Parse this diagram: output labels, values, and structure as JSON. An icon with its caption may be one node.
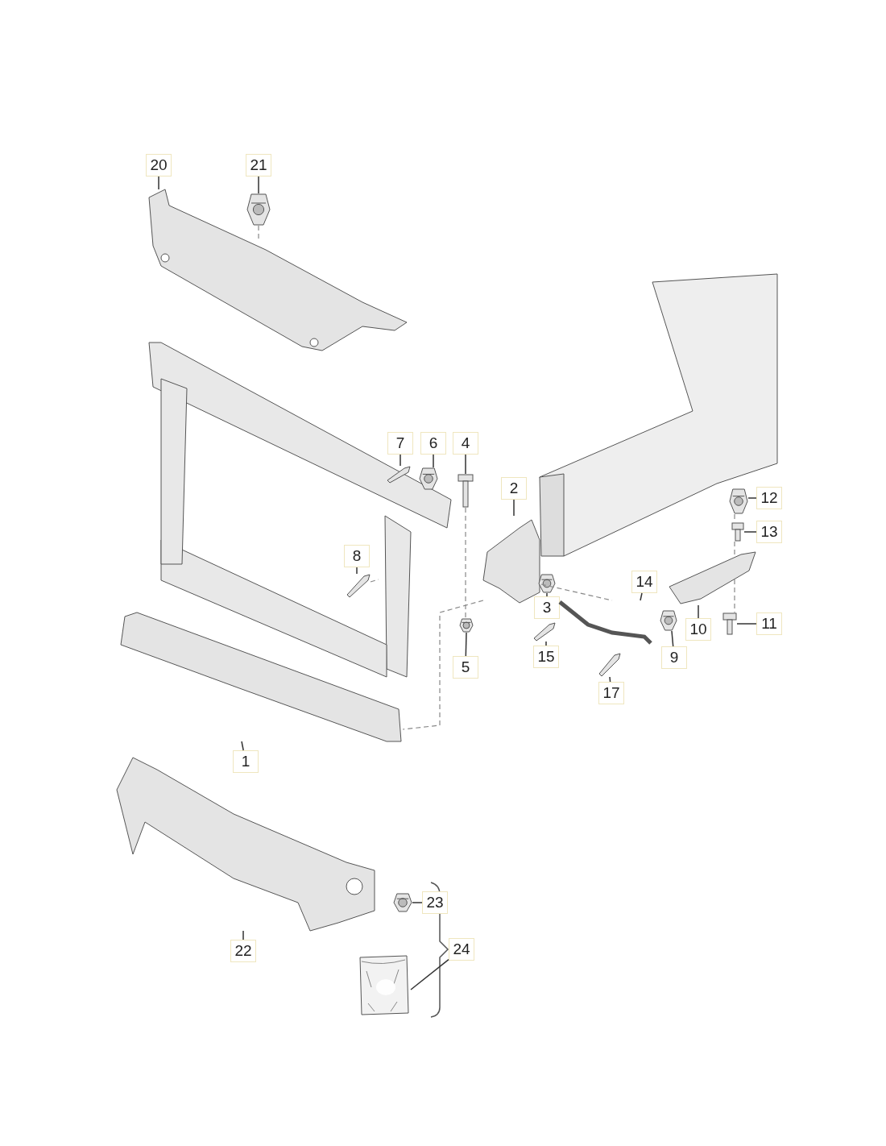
{
  "diagram": {
    "nodes": [
      {
        "text": [
          "20"
        ]
      },
      {
        "text": [],
        "shape": "picture"
      },
      {
        "text": [
          "21"
        ]
      },
      {
        "text": [],
        "shape": "picture"
      },
      {
        "text": [
          "7"
        ]
      },
      {
        "text": [],
        "shape": "picture"
      },
      {
        "text": [
          "6"
        ]
      },
      {
        "text": [],
        "shape": "picture"
      },
      {
        "text": [
          "4"
        ]
      },
      {
        "text": [],
        "shape": "picture"
      },
      {
        "text": [
          "2"
        ]
      },
      {
        "text": [],
        "shape": "picture"
      },
      {
        "text": [
          "12"
        ]
      },
      {
        "text": [],
        "shape": "picture"
      },
      {
        "text": [
          "13"
        ]
      },
      {
        "text": [],
        "shape": "picture"
      },
      {
        "text": [
          "8"
        ]
      },
      {
        "text": [],
        "shape": "picture"
      },
      {
        "text": [
          "3"
        ]
      },
      {
        "text": [],
        "shape": "picture"
      },
      {
        "text": [
          "11"
        ]
      },
      {
        "text": [],
        "shape": "picture"
      },
      {
        "text": [
          "10"
        ]
      },
      {
        "text": [],
        "shape": "picture"
      },
      {
        "text": [
          "14"
        ]
      },
      {
        "text": [],
        "shape": "picture"
      },
      {
        "text": [
          "15"
        ]
      },
      {
        "text": [],
        "shape": "picture"
      },
      {
        "text": [
          "9"
        ]
      },
      {
        "text": [],
        "shape": "picture"
      },
      {
        "text": [
          "5"
        ]
      },
      {
        "text": [],
        "shape": "picture"
      },
      {
        "text": [
          "17"
        ]
      },
      {
        "text": [],
        "shape": "picture"
      },
      {
        "text": [
          "1"
        ]
      },
      {
        "text": [],
        "shape": "picture"
      },
      {
        "text": [
          "22"
        ]
      },
      {
        "text": [],
        "shape": "picture"
      },
      {
        "text": [
          "23"
        ]
      },
      {
        "text": [],
        "shape": "picture"
      },
      {
        "text": [
          "24"
        ]
      },
      {
        "text": [],
        "shape": "picture"
      }
    ],
    "edges": [
      {
        "from": 0,
        "to": 1,
        "arrow": "none"
      },
      {
        "from": 2,
        "to": 3,
        "arrow": "none"
      },
      {
        "from": 4,
        "to": 5,
        "arrow": "none"
      },
      {
        "from": 6,
        "to": 7,
        "arrow": "none"
      },
      {
        "from": 8,
        "to": 9,
        "arrow": "none"
      },
      {
        "from": 10,
        "to": 11,
        "arrow": "none"
      },
      {
        "from": 12,
        "to": 13,
        "arrow": "none"
      },
      {
        "from": 14,
        "to": 15,
        "arrow": "none"
      },
      {
        "from": 16,
        "to": 17,
        "arrow": "none"
      },
      {
        "from": 18,
        "to": 19,
        "arrow": "none"
      },
      {
        "from": 20,
        "to": 21,
        "arrow": "none"
      },
      {
        "from": 22,
        "to": 23,
        "arrow": "none"
      },
      {
        "from": 24,
        "to": 25,
        "arrow": "none"
      },
      {
        "from": 26,
        "to": 27,
        "arrow": "none"
      },
      {
        "from": 28,
        "to": 29,
        "arrow": "none"
      },
      {
        "from": 30,
        "to": 31,
        "arrow": "none"
      },
      {
        "from": 32,
        "to": 33,
        "arrow": "none"
      },
      {
        "from": 34,
        "to": 35,
        "arrow": "none"
      },
      {
        "from": 36,
        "to": 37,
        "arrow": "none"
      },
      {
        "from": 38,
        "to": 39,
        "arrow": "none"
      },
      {
        "from": 40,
        "to": 41,
        "arrow": "none"
      },
      {
        "from": 3,
        "to": 1,
        "arrow": "none",
        "style": "dashed"
      },
      {
        "from": 9,
        "to": 31,
        "arrow": "none",
        "style": "dashed"
      },
      {
        "from": 13,
        "to": 15,
        "arrow": "none",
        "style": "dashed"
      },
      {
        "from": 15,
        "to": 23,
        "arrow": "none",
        "style": "dashed"
      },
      {
        "from": 11,
        "to": 25,
        "arrow": "none",
        "style": "dashed"
      },
      {
        "from": 17,
        "to": null,
        "arrow": "none",
        "style": "dashed"
      },
      {
        "from": 11,
        "to": 35,
        "arrow": "none",
        "style": "dashed"
      },
      {
        "from": 23,
        "to": 21,
        "arrow": "none",
        "style": "dashed"
      }
    ]
  }
}
